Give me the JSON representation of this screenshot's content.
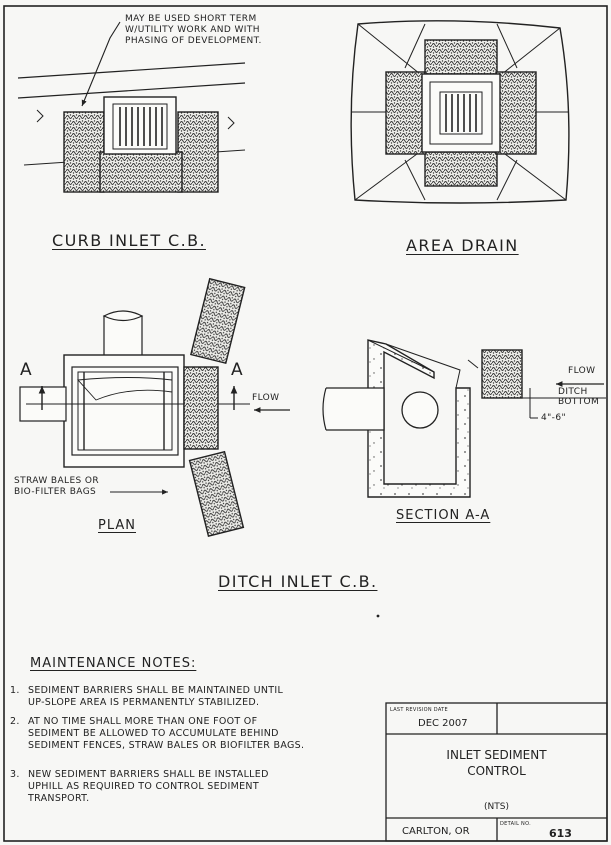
{
  "callouts": {
    "curb_note": [
      "MAY BE USED SHORT TERM",
      "W/UTILITY WORK AND WITH",
      "PHASING OF DEVELOPMENT."
    ],
    "bales_note": [
      "STRAW BALES OR",
      "BIO-FILTER BAGS"
    ],
    "flow_plan": "FLOW",
    "flow_section": "FLOW",
    "ditch_bottom": [
      "DITCH",
      "BOTTOM"
    ],
    "depth": "4\"-6\"",
    "section_mark_left": "A",
    "section_mark_right": "A"
  },
  "titles": {
    "curb_inlet": "CURB INLET C.B.",
    "area_drain": "AREA DRAIN",
    "plan": "PLAN",
    "section": "SECTION A-A",
    "ditch_inlet": "DITCH INLET C.B."
  },
  "notes": {
    "heading": "MAINTENANCE NOTES:",
    "items": [
      {
        "num": "1.",
        "lines": [
          "SEDIMENT BARRIERS SHALL BE MAINTAINED UNTIL",
          "UP-SLOPE AREA IS PERMANENTLY STABILIZED."
        ]
      },
      {
        "num": "2.",
        "lines": [
          "AT NO TIME SHALL MORE THAN ONE FOOT OF",
          "SEDIMENT BE ALLOWED TO ACCUMULATE BEHIND",
          "SEDIMENT FENCES, STRAW BALES OR BIOFILTER BAGS."
        ]
      },
      {
        "num": "3.",
        "lines": [
          "NEW SEDIMENT BARRIERS SHALL BE INSTALLED",
          "UPHILL AS REQUIRED TO CONTROL SEDIMENT",
          "TRANSPORT."
        ]
      }
    ]
  },
  "title_block": {
    "revision_label": "LAST REVISION DATE",
    "revision_date": "DEC 2007",
    "title": [
      "INLET SEDIMENT",
      "CONTROL"
    ],
    "scale": "(NTS)",
    "location": "CARLTON, OR",
    "detail_label": "DETAIL NO.",
    "detail_number": "613"
  }
}
